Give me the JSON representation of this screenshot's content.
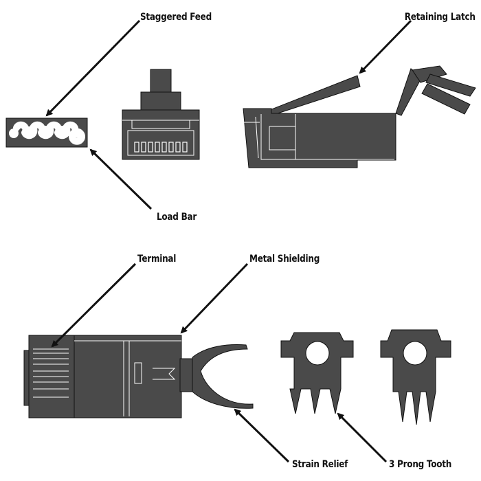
{
  "colors": {
    "fill": "#4a4a4a",
    "fill_dark": "#3a3a3a",
    "line": "#111111",
    "detail": "#ffffff",
    "background": "#ffffff"
  },
  "labels": {
    "staggered_feed": "Staggered Feed",
    "load_bar": "Load Bar",
    "retaining_latch": "Retaining Latch",
    "terminal": "Terminal",
    "metal_shielding": "Metal Shielding",
    "strain_relief": "Strain Relief",
    "three_prong_tooth": "3 Prong Tooth"
  },
  "icons": {
    "load_bar": "load-bar-icon",
    "plug_front": "rj45-plug-front-icon",
    "plug_side": "rj45-plug-side-icon",
    "shielded_plug": "shielded-plug-icon",
    "strain_relief_boot": "strain-relief-boot-icon",
    "prong_tooth": "prong-tooth-icon"
  }
}
